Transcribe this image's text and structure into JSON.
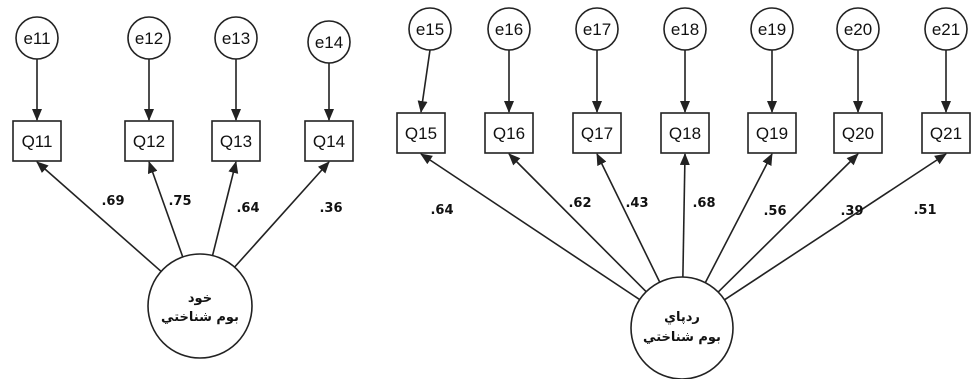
{
  "diagram": {
    "errors": [
      "e11",
      "e12",
      "e13",
      "e14",
      "e15",
      "e16",
      "e17",
      "e18",
      "e19",
      "e20",
      "e21"
    ],
    "indicators": [
      "Q11",
      "Q12",
      "Q13",
      "Q14",
      "Q15",
      "Q16",
      "Q17",
      "Q18",
      "Q19",
      "Q20",
      "Q21"
    ],
    "latents": [
      {
        "line1": "خود",
        "line2": "بوم شناختي",
        "indicators": [
          0,
          1,
          2,
          3
        ],
        "loadings": [
          ".69",
          ".75",
          ".64",
          ".36"
        ]
      },
      {
        "line1": "ردپاي",
        "line2": "بوم شناختي",
        "indicators": [
          4,
          5,
          6,
          7,
          8,
          9,
          10
        ],
        "loadings": [
          ".64",
          ".62",
          ".43",
          ".68",
          ".56",
          ".39",
          ".51"
        ]
      }
    ],
    "colors": {
      "stroke": "#222222",
      "text": "#111111",
      "background": "#ffffff"
    }
  }
}
